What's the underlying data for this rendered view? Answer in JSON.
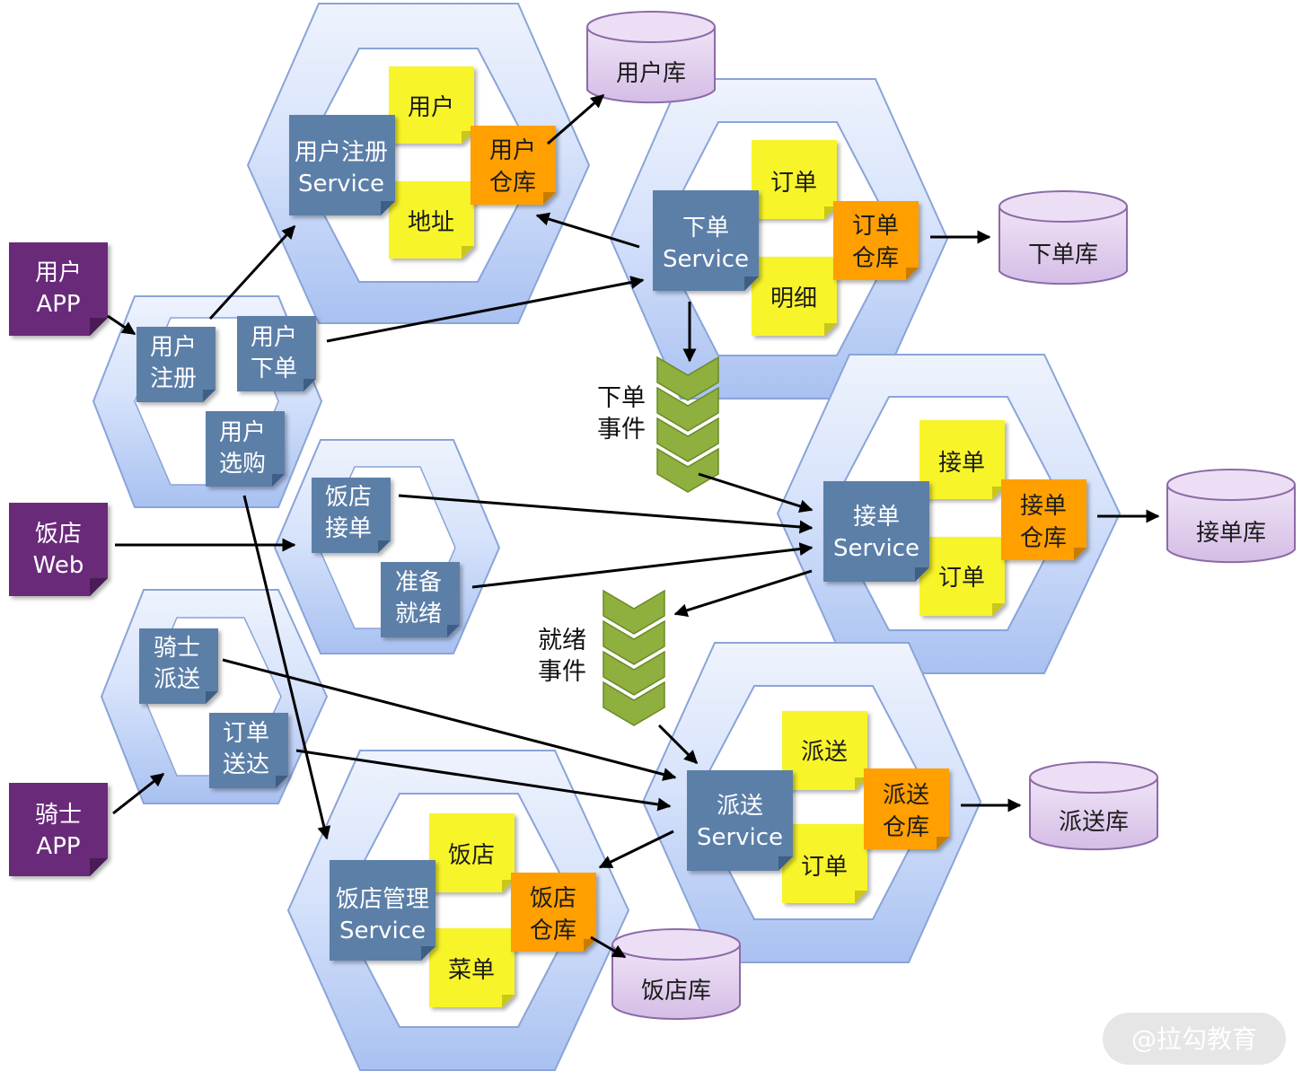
{
  "services": {
    "user": {
      "name": [
        "用户注册",
        "Service"
      ],
      "entity1": "用户",
      "entity2": "地址",
      "repo": [
        "用户",
        "仓库"
      ],
      "db": "用户库"
    },
    "order": {
      "name": [
        "下单",
        "Service"
      ],
      "entity1": "订单",
      "entity2": "明细",
      "repo": [
        "订单",
        "仓库"
      ],
      "db": "下单库"
    },
    "accept": {
      "name": [
        "接单",
        "Service"
      ],
      "entity1": "接单",
      "entity2": "订单",
      "repo": [
        "接单",
        "仓库"
      ],
      "db": "接单库"
    },
    "delivery": {
      "name": [
        "派送",
        "Service"
      ],
      "entity1": "派送",
      "entity2": "订单",
      "repo": [
        "派送",
        "仓库"
      ],
      "db": "派送库"
    },
    "restaurant": {
      "name": [
        "饭店管理",
        "Service"
      ],
      "entity1": "饭店",
      "entity2": "菜单",
      "repo": [
        "饭店",
        "仓库"
      ],
      "db": "饭店库"
    }
  },
  "clients": {
    "user_app": [
      "用户",
      "APP"
    ],
    "restaurant_web": [
      "饭店",
      "Web"
    ],
    "rider_app": [
      "骑士",
      "APP"
    ]
  },
  "gateways": {
    "user": {
      "register": [
        "用户",
        "注册"
      ],
      "order": [
        "用户",
        "下单"
      ],
      "browse": [
        "用户",
        "选购"
      ]
    },
    "restaurant": {
      "accept": [
        "饭店",
        "接单"
      ],
      "ready": [
        "准备",
        "就绪"
      ]
    },
    "rider": {
      "deliver": [
        "骑士",
        "派送"
      ],
      "arrive": [
        "订单",
        "送达"
      ]
    }
  },
  "events": {
    "order_event": [
      "下单",
      "事件"
    ],
    "ready_event": [
      "就绪",
      "事件"
    ]
  },
  "watermark": "@拉勾教育",
  "colors": {
    "hex_fill": "#b9cdf3",
    "hex_stroke": "#8aa4d8",
    "service_box": "#5b7fa8",
    "entity_note": "#f7f42a",
    "repo_note": "#ff9f00",
    "client_box": "#6b2b7a",
    "db_fill": "#e3d3ef",
    "event_green": "#8faf3e"
  }
}
